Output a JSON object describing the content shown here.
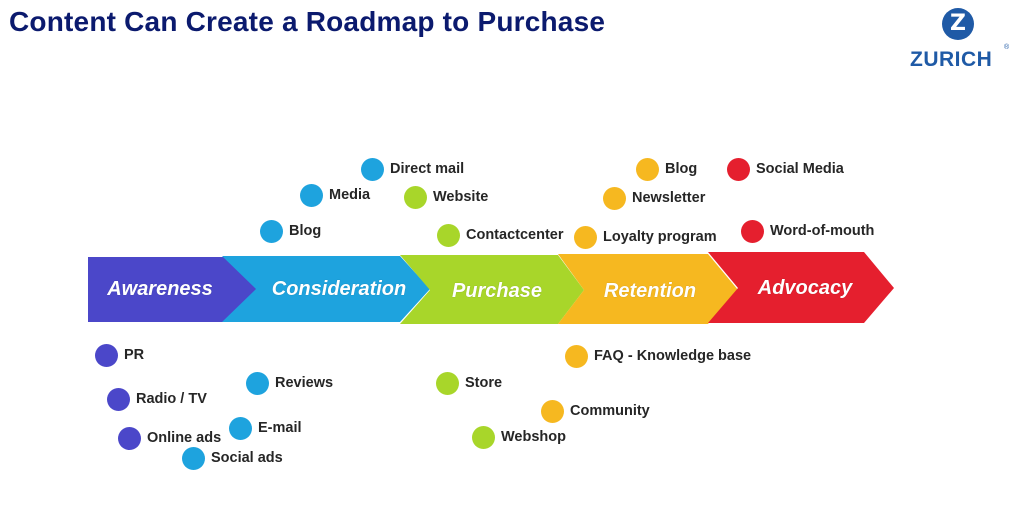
{
  "title": "Content Can Create a Roadmap to Purchase",
  "logo": {
    "mark": "Z",
    "name": "ZURICH",
    "reg": "®"
  },
  "colors": {
    "awareness": "#4b47c9",
    "consideration": "#1ea3de",
    "purchase": "#a8d62a",
    "retention": "#f6b820",
    "advocacy": "#e51f2e"
  },
  "stages": [
    {
      "label": "Awareness"
    },
    {
      "label": "Consideration"
    },
    {
      "label": "Purchase"
    },
    {
      "label": "Retention"
    },
    {
      "label": "Advocacy"
    }
  ],
  "items": {
    "awareness": [
      "PR",
      "Radio / TV",
      "Online ads"
    ],
    "consideration": [
      "Direct mail",
      "Media",
      "Blog",
      "Reviews",
      "E-mail",
      "Social ads"
    ],
    "purchase": [
      "Website",
      "Contactcenter",
      "Store",
      "Webshop"
    ],
    "retention": [
      "Blog",
      "Newsletter",
      "Loyalty program",
      "FAQ - Knowledge base",
      "Community"
    ],
    "advocacy": [
      "Social Media",
      "Word-of-mouth"
    ]
  }
}
